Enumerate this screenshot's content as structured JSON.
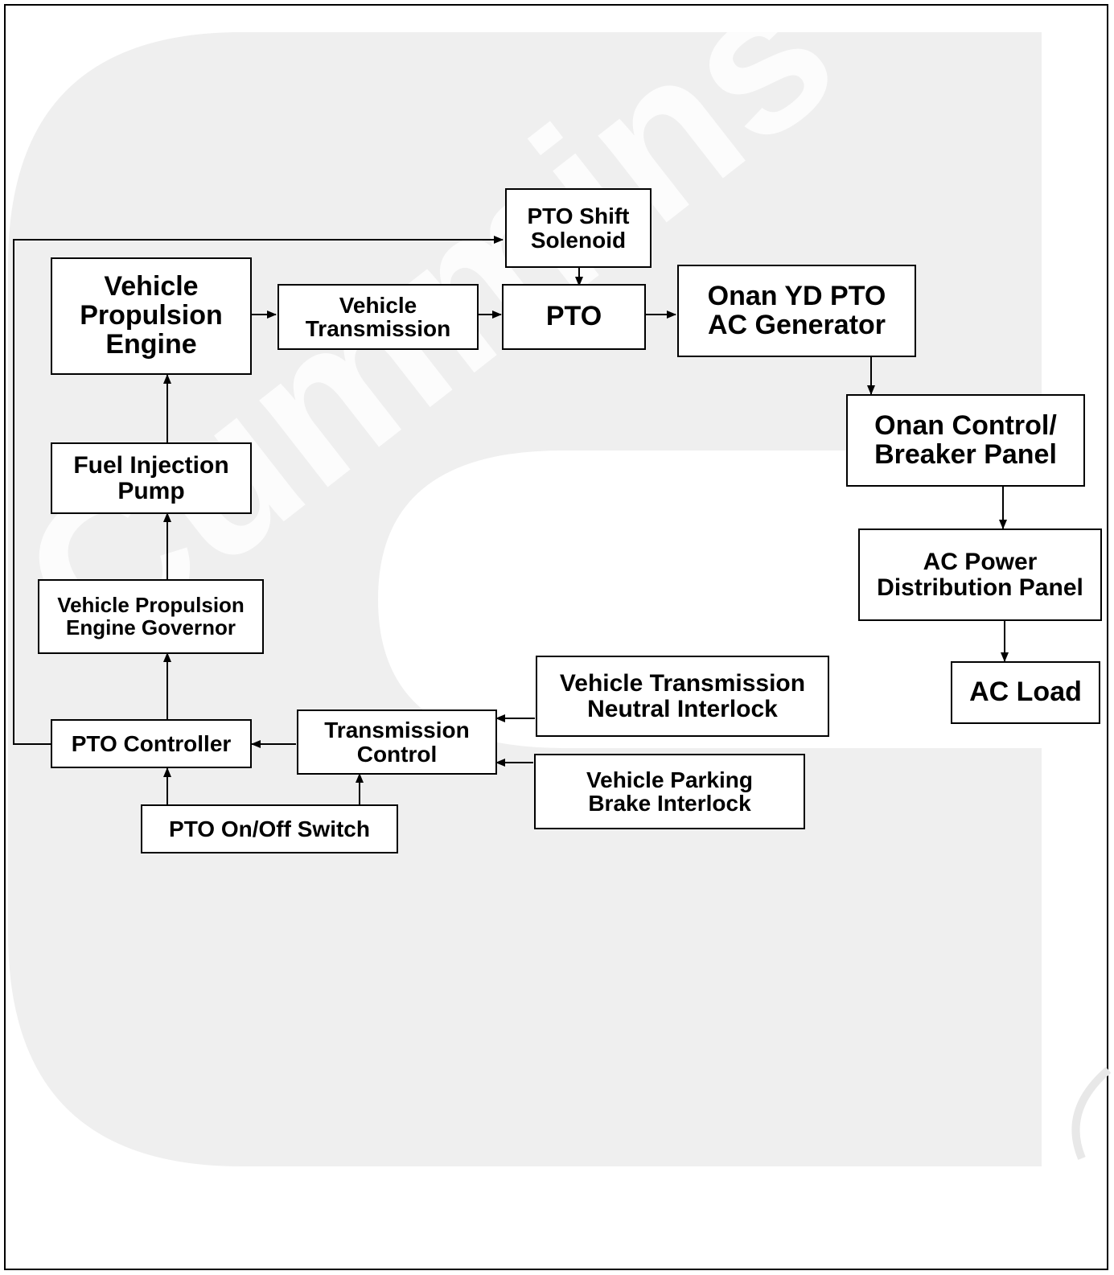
{
  "colors": {
    "line": "#000000",
    "watermark": "#efefef",
    "background": "#ffffff"
  },
  "watermark": {
    "brand_text": "Cummins",
    "kind": "logo"
  },
  "blocks": {
    "shift_solenoid": "PTO Shift\nSolenoid",
    "engine": "Vehicle\nPropulsion\nEngine",
    "transmission": "Vehicle\nTransmission",
    "pto": "PTO",
    "generator": "Onan YD PTO\nAC Generator",
    "control_panel": "Onan Control/\nBreaker Panel",
    "distribution_panel": "AC Power\nDistribution Panel",
    "ac_load": "AC Load",
    "fuel_pump": "Fuel Injection\nPump",
    "governor": "Vehicle Propulsion\nEngine Governor",
    "pto_controller": "PTO Controller",
    "transmission_control": "Transmission\nControl",
    "neutral_interlock": "Vehicle Transmission\nNeutral Interlock",
    "parking_interlock": "Vehicle Parking\nBrake Interlock",
    "onoff_switch": "PTO On/Off Switch"
  }
}
